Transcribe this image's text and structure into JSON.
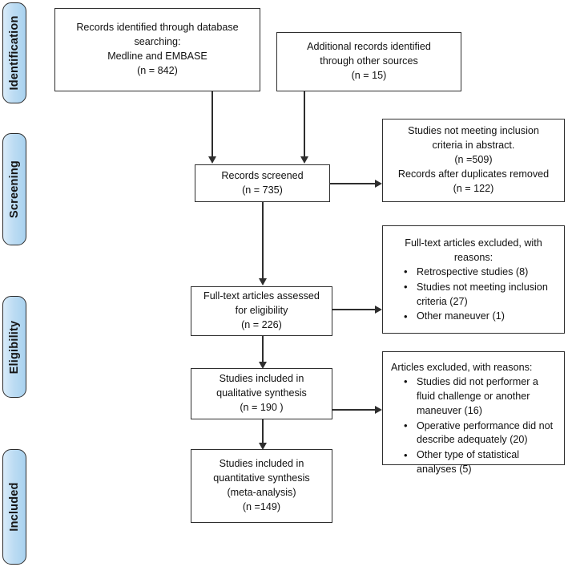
{
  "diagram": {
    "title": "PRISMA flow diagram",
    "type": "flowchart",
    "accent_color": "#bddcf3",
    "line_color": "#2e2e2e"
  },
  "stages": [
    {
      "id": "identification",
      "label": "Identification"
    },
    {
      "id": "screening",
      "label": "Screening"
    },
    {
      "id": "eligibility",
      "label": "Eligibility"
    },
    {
      "id": "included",
      "label": "Included"
    }
  ],
  "boxes": {
    "database_records": {
      "lines": [
        "Records identified through database",
        "searching:",
        "Medline and EMBASE",
        "(n = 842)"
      ]
    },
    "other_records": {
      "lines": [
        "Additional records identified",
        "through other sources",
        "(n = 15)"
      ]
    },
    "records_screened": {
      "lines": [
        "Records screened",
        "(n = 735)"
      ]
    },
    "screening_excluded": {
      "lines": [
        "Studies not meeting inclusion",
        "criteria in abstract.",
        "(n =509)",
        "Records after duplicates removed",
        "(n = 122)"
      ]
    },
    "fulltext_assessed": {
      "lines": [
        "Full-text articles assessed",
        "for eligibility",
        "(n = 226)"
      ]
    },
    "fulltext_excluded": {
      "heading_lines": [
        "Full-text articles excluded, with",
        "reasons:"
      ],
      "items": [
        "Retrospective studies (8)",
        "Studies not meeting inclusion criteria (27)",
        "Other maneuver (1)"
      ]
    },
    "qualitative_synthesis": {
      "lines": [
        "Studies included in",
        "qualitative synthesis",
        "(n = 190 )"
      ]
    },
    "articles_excluded": {
      "heading_lines": [
        "Articles excluded, with reasons:"
      ],
      "items": [
        "Studies did not performer a fluid challenge or another maneuver (16)",
        "Operative performance did not describe adequately (20)",
        "Other type of statistical analyses (5)"
      ]
    },
    "quantitative_synthesis": {
      "lines": [
        "Studies included in",
        "quantitative synthesis",
        "(meta-analysis)",
        "(n =149)"
      ]
    }
  }
}
